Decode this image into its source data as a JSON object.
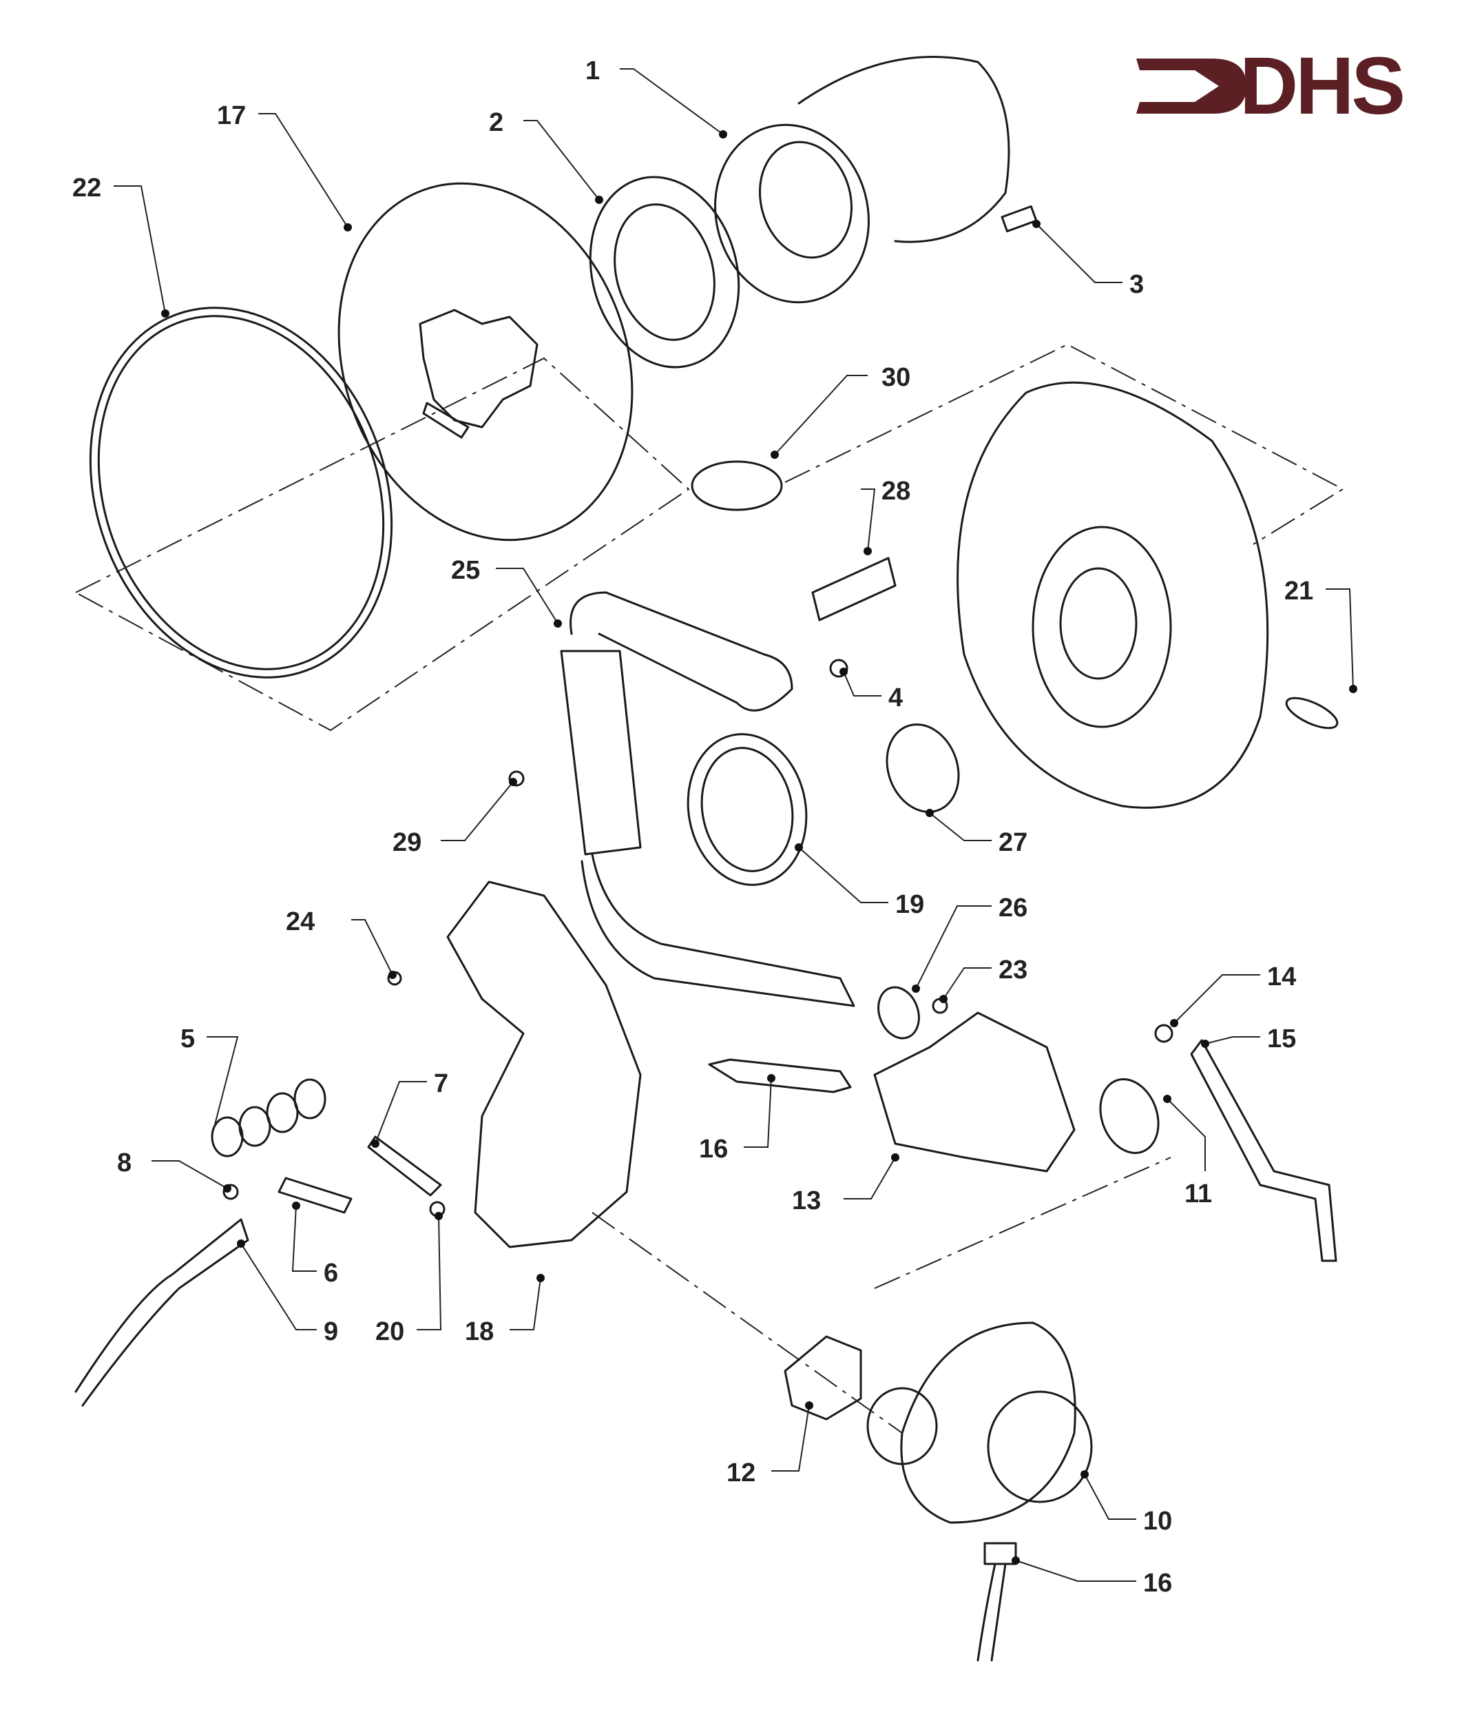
{
  "title": "Exploded parts diagram",
  "logo": {
    "text": "DHS",
    "color": "#5b1f24"
  },
  "callouts": [
    {
      "id": "1",
      "label": "1"
    },
    {
      "id": "2",
      "label": "2"
    },
    {
      "id": "3",
      "label": "3"
    },
    {
      "id": "4",
      "label": "4"
    },
    {
      "id": "5",
      "label": "5"
    },
    {
      "id": "6",
      "label": "6"
    },
    {
      "id": "7",
      "label": "7"
    },
    {
      "id": "8",
      "label": "8"
    },
    {
      "id": "9",
      "label": "9"
    },
    {
      "id": "10",
      "label": "10"
    },
    {
      "id": "11",
      "label": "11"
    },
    {
      "id": "12",
      "label": "12"
    },
    {
      "id": "13",
      "label": "13"
    },
    {
      "id": "14",
      "label": "14"
    },
    {
      "id": "15",
      "label": "15"
    },
    {
      "id": "16a",
      "label": "16"
    },
    {
      "id": "16b",
      "label": "16"
    },
    {
      "id": "17",
      "label": "17"
    },
    {
      "id": "18",
      "label": "18"
    },
    {
      "id": "19",
      "label": "19"
    },
    {
      "id": "20",
      "label": "20"
    },
    {
      "id": "21",
      "label": "21"
    },
    {
      "id": "22",
      "label": "22"
    },
    {
      "id": "23",
      "label": "23"
    },
    {
      "id": "24",
      "label": "24"
    },
    {
      "id": "25",
      "label": "25"
    },
    {
      "id": "26",
      "label": "26"
    },
    {
      "id": "27",
      "label": "27"
    },
    {
      "id": "28",
      "label": "28"
    },
    {
      "id": "29",
      "label": "29"
    },
    {
      "id": "30",
      "label": "30"
    }
  ]
}
